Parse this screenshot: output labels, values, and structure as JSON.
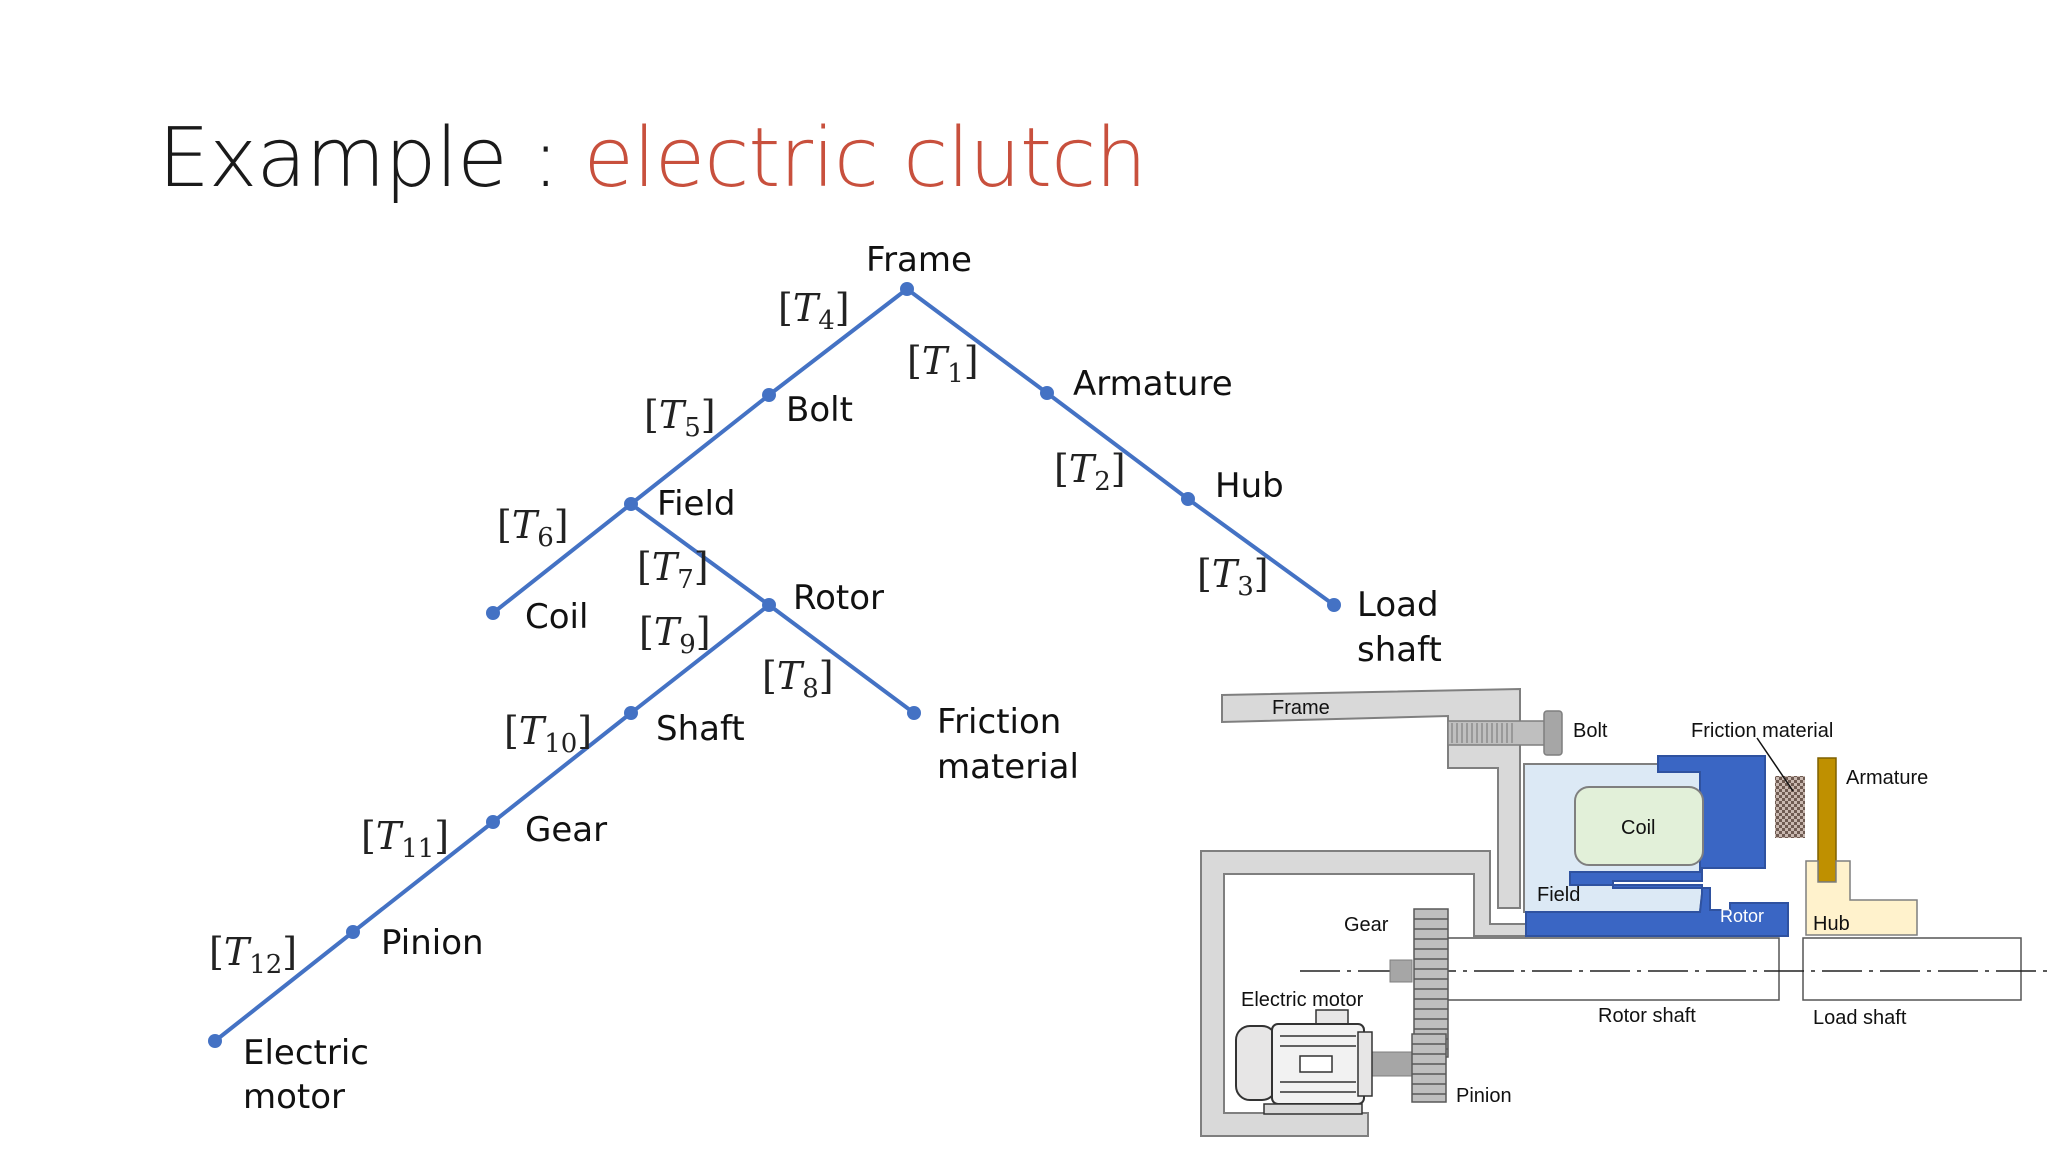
{
  "title": {
    "prefix": "Example : ",
    "accent": "electric clutch"
  },
  "colors": {
    "accent": "#c8503d",
    "tree": "#4472c4",
    "rotor": "#3a66c4",
    "frame": "#d9d9d9",
    "field": "#dce9f5",
    "coil": "#e2f0d9",
    "hub": "#fff2cc",
    "armature": "#bf9000"
  },
  "tree": {
    "nodes": {
      "frame": "Frame",
      "armature": "Armature",
      "hub": "Hub",
      "load_shaft_1": "Load",
      "load_shaft_2": "shaft",
      "bolt": "Bolt",
      "field": "Field",
      "coil": "Coil",
      "rotor": "Rotor",
      "friction_1": "Friction",
      "friction_2": "material",
      "shaft": "Shaft",
      "gear": "Gear",
      "pinion": "Pinion",
      "motor_1": "Electric",
      "motor_2": "motor"
    },
    "transforms": {
      "t1": "1",
      "t2": "2",
      "t3": "3",
      "t4": "4",
      "t5": "5",
      "t6": "6",
      "t7": "7",
      "t8": "8",
      "t9": "9",
      "t10": "10",
      "t11": "11",
      "t12": "12"
    },
    "transform_symbol": "T"
  },
  "drawing": {
    "frame": "Frame",
    "bolt": "Bolt",
    "friction": "Friction material",
    "armature": "Armature",
    "coil": "Coil",
    "field": "Field",
    "rotor": "Rotor",
    "hub": "Hub",
    "gear": "Gear",
    "electric_motor": "Electric motor",
    "rotor_shaft": "Rotor shaft",
    "load_shaft": "Load shaft",
    "pinion": "Pinion"
  }
}
